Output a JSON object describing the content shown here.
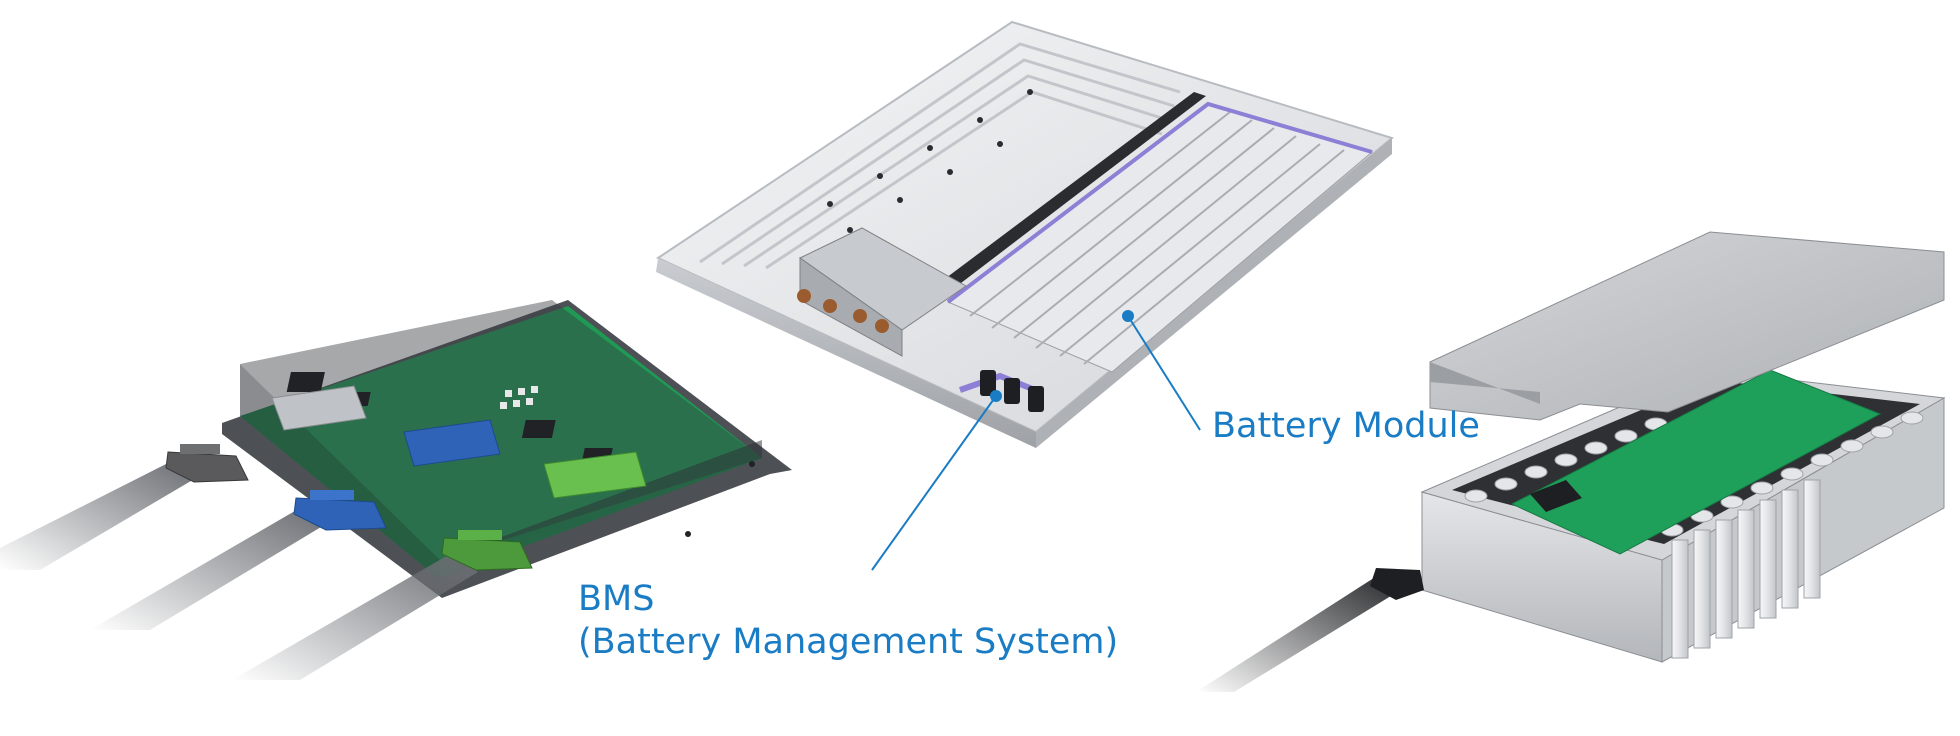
{
  "labels": {
    "battery_module": "Battery Module",
    "bms_line1": "BMS",
    "bms_line2": "(Battery Management System)"
  },
  "colors": {
    "label_blue": "#1a7cc4",
    "pcb_green": "#1f9a55",
    "connector_gray": "#5a5a5c",
    "connector_blue": "#2f63b8",
    "connector_green": "#4c9a3c",
    "housing_silver": "#d9dbde"
  },
  "icons": [
    "bms-enclosure-illustration",
    "battery-pack-tray-illustration",
    "battery-module-illustration",
    "wire-harness-connector-icon"
  ]
}
